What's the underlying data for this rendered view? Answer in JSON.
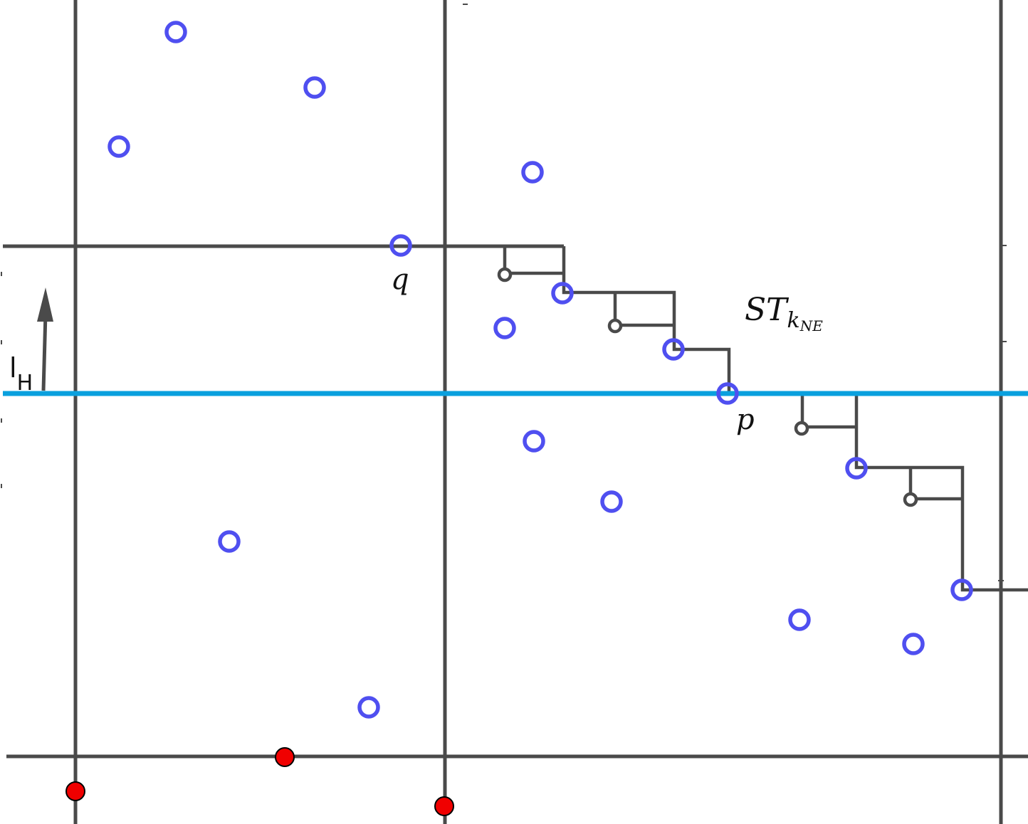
{
  "labels": {
    "q": "q",
    "p": "p",
    "st_main": "ST",
    "st_sub": "k",
    "st_subsub": "NE",
    "sweep_main": "l",
    "sweep_sub": "H"
  },
  "colors": {
    "grid": "#4a4a4a",
    "sweep_line": "#0aa0de",
    "blue_points": "#4f4ff0",
    "red_points": "#f00000"
  },
  "icons": {
    "sweep_arrow": "up-arrow-icon"
  }
}
